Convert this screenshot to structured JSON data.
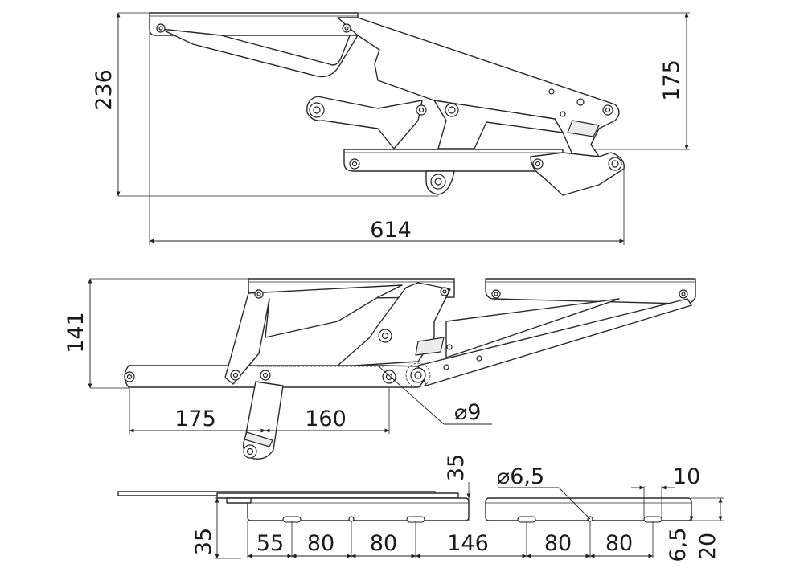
{
  "views": {
    "closed": {
      "width_label": "614",
      "height_label": "236",
      "inner_height_label": "175"
    },
    "open": {
      "height_label": "141",
      "span_a_label": "175",
      "span_b_label": "160",
      "hole_label": "⌀9"
    },
    "plan": {
      "depth_label": "35",
      "offset_label": "35",
      "pitch_labels": [
        "55",
        "80",
        "80",
        "146",
        "80",
        "80"
      ],
      "hole_label": "⌀6,5",
      "edge_label": "10",
      "slot_label": "6,5",
      "thickness_label": "20"
    }
  }
}
